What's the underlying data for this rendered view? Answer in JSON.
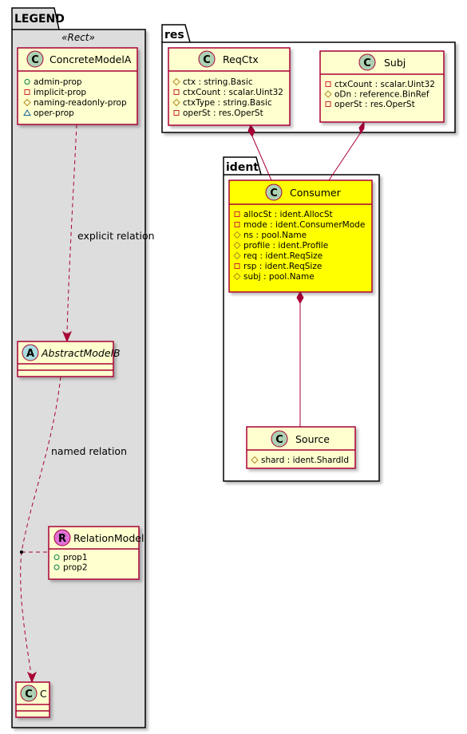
{
  "packages": {
    "legend": {
      "name": "LEGEND",
      "stereotype": "«Rect»"
    },
    "res": {
      "name": "res"
    },
    "ident": {
      "name": "ident"
    }
  },
  "classes": {
    "concrete_model_a": {
      "name": "ConcreteModelA",
      "kind": "C",
      "attributes": [
        {
          "visibility": "+",
          "text": "admin-prop"
        },
        {
          "visibility": "-",
          "text": "implicit-prop"
        },
        {
          "visibility": "#",
          "text": "naming-readonly-prop"
        },
        {
          "visibility": "~",
          "text": "oper-prop"
        }
      ]
    },
    "abstract_model_b": {
      "name": "AbstractModelB",
      "kind": "A"
    },
    "relation_model": {
      "name": "RelationModel",
      "kind": "R",
      "attributes": [
        {
          "visibility": "+",
          "text": "prop1"
        },
        {
          "visibility": "+",
          "text": "prop2"
        }
      ]
    },
    "c": {
      "name": "C",
      "kind": "C"
    },
    "req_ctx": {
      "name": "ReqCtx",
      "kind": "C",
      "attributes": [
        {
          "visibility": "#",
          "text": "ctx : string.Basic"
        },
        {
          "visibility": "-",
          "text": "ctxCount : scalar.Uint32"
        },
        {
          "visibility": "#",
          "text": "ctxType : string.Basic"
        },
        {
          "visibility": "-",
          "text": "operSt : res.OperSt"
        }
      ]
    },
    "subj": {
      "name": "Subj",
      "kind": "C",
      "attributes": [
        {
          "visibility": "-",
          "text": "ctxCount : scalar.Uint32"
        },
        {
          "visibility": "#",
          "text": "oDn : reference.BinRef"
        },
        {
          "visibility": "-",
          "text": "operSt : res.OperSt"
        }
      ]
    },
    "consumer": {
      "name": "Consumer",
      "kind": "C",
      "attributes": [
        {
          "visibility": "-",
          "text": "allocSt : ident.AllocSt"
        },
        {
          "visibility": "-",
          "text": "mode : ident.ConsumerMode"
        },
        {
          "visibility": "#",
          "text": "ns : pool.Name"
        },
        {
          "visibility": "#",
          "text": "profile : ident.Profile"
        },
        {
          "visibility": "#",
          "text": "req : ident.ReqSize"
        },
        {
          "visibility": "-",
          "text": "rsp : ident.ReqSize"
        },
        {
          "visibility": "#",
          "text": "subj : pool.Name"
        }
      ]
    },
    "source": {
      "name": "Source",
      "kind": "C",
      "attributes": [
        {
          "visibility": "#",
          "text": "shard : ident.ShardId"
        }
      ]
    }
  },
  "relations": {
    "explicit": "explicit relation",
    "named": "named relation"
  },
  "colors": {
    "class_fill": "#FEFECE",
    "class_border": "#A80036",
    "highlight_fill": "#FFFF00",
    "package_fill": "#DDDDDD",
    "circle_c": "#ADD1B2",
    "circle_a": "#A9DCDF",
    "circle_r": "#E06FD6"
  }
}
